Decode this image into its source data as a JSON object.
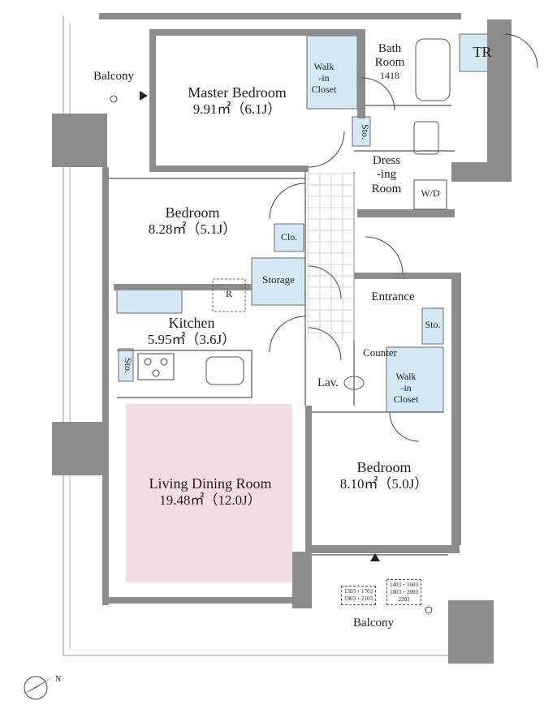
{
  "rooms": {
    "master_bedroom": {
      "name": "Master Bedroom",
      "area": "9.91㎡（6.1J）"
    },
    "bedroom_upper": {
      "name": "Bedroom",
      "area": "8.28㎡（5.1J）"
    },
    "bedroom_lower": {
      "name": "Bedroom",
      "area": "8.10㎡（5.0J）"
    },
    "kitchen": {
      "name": "Kitchen",
      "area": "5.95㎡（3.6J）"
    },
    "living": {
      "name": "Living Dining Room",
      "area": "19.48㎡（12.0J）"
    },
    "bath": {
      "line1": "Bath",
      "line2": "Room",
      "line3": "1418"
    },
    "dressing": {
      "line1": "Dress",
      "line2": "-ing",
      "line3": "Room"
    },
    "entrance": {
      "name": "Entrance"
    },
    "lav": {
      "name": "Lav."
    }
  },
  "fixtures": {
    "balcony_top": "Balcony",
    "balcony_bottom": "Balcony",
    "tr": "TR",
    "walk_in_closet_top": {
      "line1": "Walk",
      "line2": "-in",
      "line3": "Closet"
    },
    "walk_in_closet_bottom": {
      "line1": "Walk",
      "line2": "-in",
      "line3": "Closet"
    },
    "sto_bath": "Sto.",
    "sto_entrance": "Sto.",
    "sto_kitchen": "Sto.",
    "clo": "Clo.",
    "storage": "Storage",
    "counter": "Counter",
    "wd": "W/D",
    "fridge": "R"
  },
  "balcony_notes": {
    "left": {
      "line1": "1503・1703",
      "line2": "1903・2103"
    },
    "right": {
      "line1": "1403・1603",
      "line2": "1803・2003",
      "line3": "2203"
    }
  },
  "compass": {
    "label": "N"
  },
  "colors": {
    "living_fill": "#f5dde6",
    "closet_fill": "#d4e8f5",
    "wall": "#8c8c8c"
  }
}
